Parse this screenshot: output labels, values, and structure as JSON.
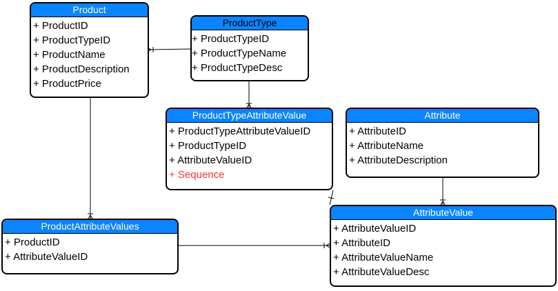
{
  "colors": {
    "header_fill": "#0a84ff",
    "border": "#000000",
    "highlight_text": "#ff3333"
  },
  "entities": {
    "product": {
      "title": "Product",
      "attributes": [
        "+ ProductID",
        "+ ProductTypeID",
        "+ ProductName",
        "+ ProductDescription",
        "+ ProductPrice"
      ]
    },
    "product_type": {
      "title": "ProductType",
      "attributes": [
        "+ ProductTypeID",
        "+ ProductTypeName",
        "+ ProductTypeDesc"
      ]
    },
    "product_type_attribute_value": {
      "title": "ProductTypeAttributeValue",
      "attributes": [
        "+ ProductTypeAttributeValueID",
        "+ ProductTypeID",
        "+ AttributeValueID",
        "+ Sequence"
      ]
    },
    "attribute": {
      "title": "Attribute",
      "attributes": [
        "+ AttributeID",
        "+ AttributeName",
        "+ AttributeDescription"
      ]
    },
    "product_attribute_values": {
      "title": "ProductAttributeValues",
      "attributes": [
        "+ ProductID",
        "+ AttributeValueID"
      ]
    },
    "attribute_value": {
      "title": "AttributeValue",
      "attributes": [
        "+ AttributeValueID",
        "+ AttributeID",
        "+ AttributeValueName",
        "+ AttributeValueDesc"
      ]
    }
  }
}
